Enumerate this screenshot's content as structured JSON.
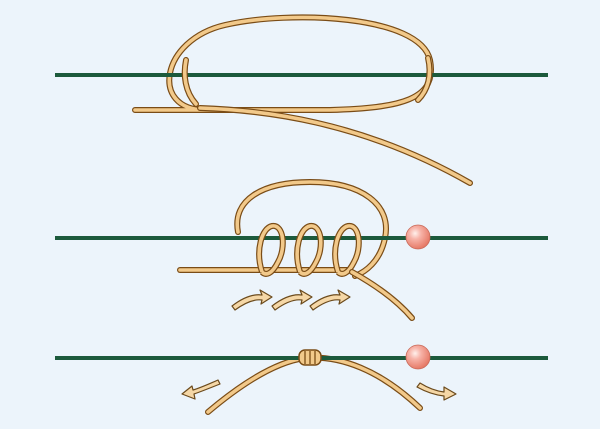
{
  "diagram": {
    "steps": [
      {
        "name": "step-1-form-loop",
        "parts": [
          "main-line",
          "tag-end-loop"
        ]
      },
      {
        "name": "step-2-wrap-turns",
        "parts": [
          "main-line",
          "bead",
          "wraps",
          "direction-arrows"
        ]
      },
      {
        "name": "step-3-tighten",
        "parts": [
          "main-line",
          "bead",
          "knot",
          "pull-arrows"
        ]
      }
    ],
    "wrap_count": 3,
    "colors": {
      "background": "#ecf4fb",
      "main_line": "#1c5a3c",
      "cord_fill": "#f2c98a",
      "cord_outline": "#7a4c16",
      "bead_fill": "#f39a8e",
      "bead_highlight": "#ffe9e4",
      "arrow_fill": "#f5d7a6",
      "arrow_outline": "#6b4a1c"
    },
    "icons": [
      "bead-icon",
      "arrow-icon"
    ]
  }
}
